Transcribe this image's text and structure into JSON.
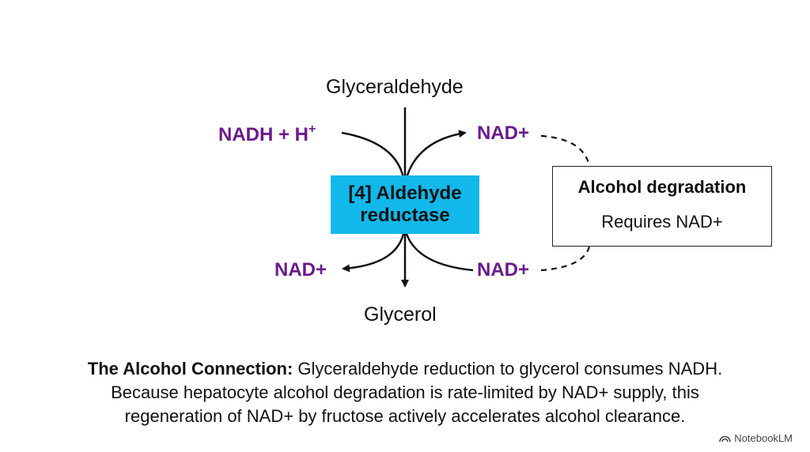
{
  "diagram": {
    "substrate": "Glyceraldehyde",
    "product": "Glycerol",
    "enzyme": {
      "line1": "[4] Aldehyde",
      "line2": "reductase"
    },
    "cofactors": {
      "top_left_main": "NADH + H",
      "top_left_sup": "+",
      "top_right": "NAD+",
      "bottom_left": "NAD+",
      "bottom_right": "NAD+"
    },
    "alcohol_box": {
      "title": "Alcohol degradation",
      "subtitle": "Requires NAD+"
    }
  },
  "caption": {
    "bold": "The Alcohol Connection:",
    "line1_rest": " Glyceraldehyde reduction to glycerol consumes NADH.",
    "line2": "Because hepatocyte alcohol degradation is rate-limited by NAD+ supply, this",
    "line3": "regeneration of NAD+ by fructose actively accelerates alcohol clearance."
  },
  "watermark": {
    "text": "NotebookLM",
    "icon": "notebooklm-logo-icon"
  },
  "colors": {
    "enzyme_fill": "#12b8ea",
    "cofactor_text": "#6b1a8a",
    "line": "#111111"
  }
}
